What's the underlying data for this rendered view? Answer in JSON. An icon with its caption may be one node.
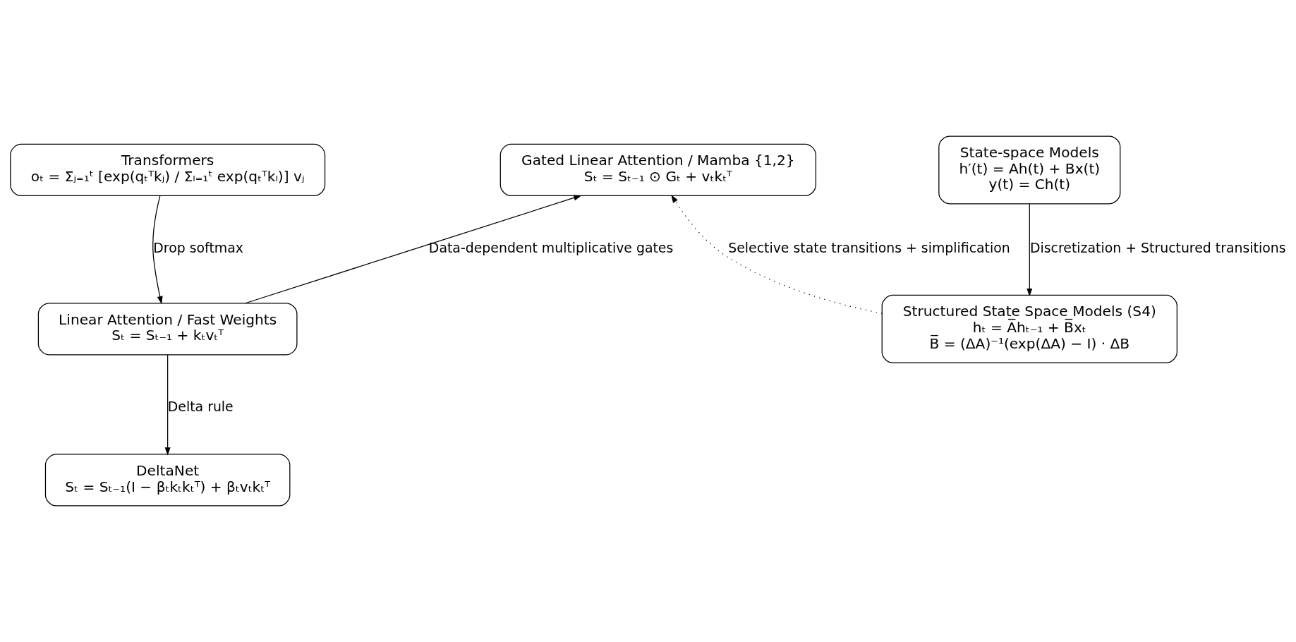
{
  "diagram": {
    "nodes": [
      {
        "text": [
          "Transformers",
          "oₜ = Σⱼ₌₁ᵗ [exp(qₜᵀkⱼ) / Σₗ₌₁ᵗ exp(qₜᵀkₗ)] vⱼ"
        ]
      },
      {
        "text": [
          "Gated Linear Attention / Mamba {1,2}",
          "Sₜ = Sₜ₋₁ ⊙ Gₜ + vₜkₜᵀ"
        ]
      },
      {
        "text": [
          "State-space Models",
          "h′(t) = Ah(t) + Bx(t)",
          "y(t) = Ch(t)"
        ]
      },
      {
        "text": [
          "Linear Attention / Fast Weights",
          "Sₜ = Sₜ₋₁ + kₜvₜᵀ"
        ]
      },
      {
        "text": [
          "Structured State Space Models (S4)",
          "hₜ = A̅hₜ₋₁ + B̅xₜ",
          "B̅ = (ΔA)⁻¹(exp(ΔA) − I) · ΔB"
        ]
      },
      {
        "text": [
          "DeltaNet",
          "Sₜ = Sₜ₋₁(I − βₜkₜkₜᵀ) + βₜvₜkₜᵀ"
        ]
      }
    ],
    "edges": [
      {
        "from": 0,
        "to": 3,
        "arrow": "to",
        "label": "Drop softmax"
      },
      {
        "from": 3,
        "to": 1,
        "arrow": "to",
        "label": "Data-dependent multiplicative gates"
      },
      {
        "from": 3,
        "to": 5,
        "arrow": "to",
        "label": "Delta rule"
      },
      {
        "from": 2,
        "to": 4,
        "arrow": "to",
        "label": "Discretization + Structured transitions"
      },
      {
        "from": 4,
        "to": 1,
        "arrow": "to",
        "label": "Selective state transitions + simplification",
        "style": "dashed"
      }
    ]
  }
}
